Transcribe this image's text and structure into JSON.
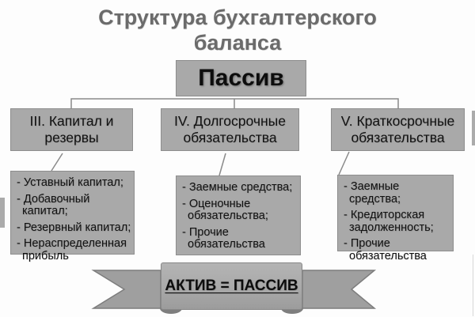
{
  "diagram": {
    "title": "Структура бухгалтерского баланса",
    "root": {
      "label": "Пассив"
    },
    "sections": [
      {
        "title": "III. Капитал и резервы",
        "items": [
          "- Уставный капитал;",
          "- Добавочный капитал;",
          "- Резервный капитал;",
          "- Нераспределенная прибыль"
        ]
      },
      {
        "title": "IV. Долгосрочные обязательства",
        "items": [
          "- Заемные средства;",
          "- Оценочные обязательства;",
          "- Прочие обязательства"
        ]
      },
      {
        "title": "V. Краткосрочные обязательства",
        "items": [
          "- Заемные средства;",
          "- Кредиторская задолженность;",
          "- Прочие обязательства"
        ]
      }
    ],
    "banner": {
      "label": "АКТИВ = ПАССИВ"
    },
    "colors": {
      "box_fill": "#a9a9a9",
      "box_border": "#8d8d8d",
      "title_text": "#6b6b6b",
      "dark_text": "#121212",
      "connector": "#8a8a8a",
      "ribbon_fill": "#9f9f9f",
      "ribbon_edge": "#7d7d7d",
      "ribbon_fold": "#7e7e7e"
    }
  }
}
